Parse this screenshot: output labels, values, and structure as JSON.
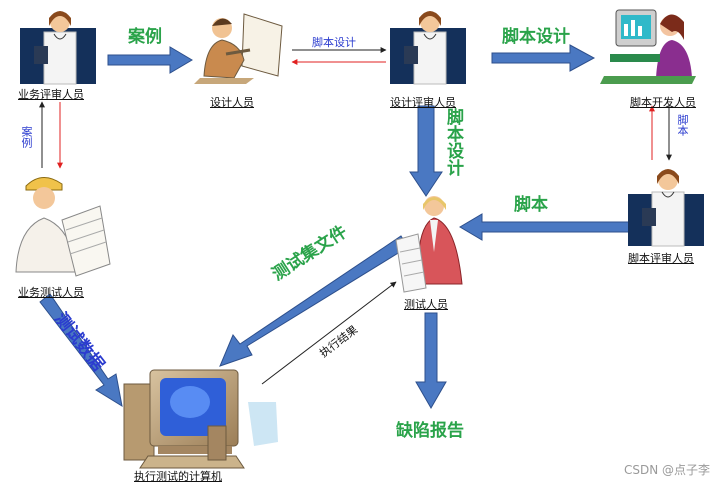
{
  "diagram": {
    "roles": {
      "biz_reviewer": "业务评审人员",
      "designer": "设计人员",
      "design_reviewer": "设计评审人员",
      "script_developer": "脚本开发人员",
      "biz_tester": "业务测试人员",
      "tester": "测试人员",
      "script_reviewer": "脚本评审人员",
      "exec_computer": "执行测试的计算机"
    },
    "edges": {
      "case_top": "案例",
      "script_design_small": "脚本设计",
      "script_design_right": "脚本设计",
      "script_design_down": "脚本设计",
      "case_left": "案例",
      "script_small": "脚本",
      "script_left": "脚本",
      "test_set_file": "测试集文件",
      "test_data": "测试数据",
      "exec_result": "执行结果",
      "defect_report": "缺陷报告"
    },
    "colors": {
      "arrow_fill": "#4a78c2",
      "arrow_edge": "#2d4f8c",
      "green_text": "#2aa34a",
      "blue_text": "#2b3ccf",
      "red_line": "#e02020"
    }
  },
  "watermark": "CSDN @点子李"
}
